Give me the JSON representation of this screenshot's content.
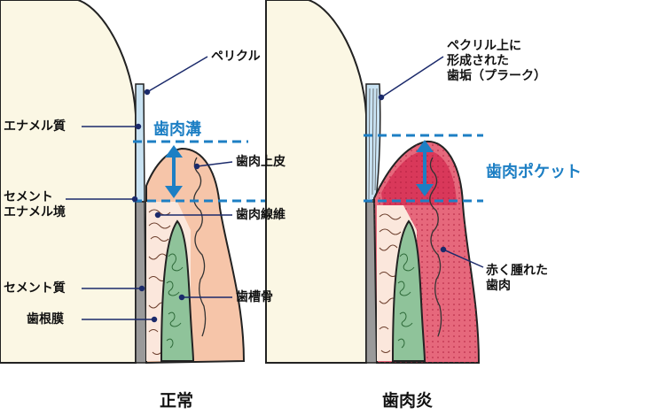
{
  "colors": {
    "tooth": "#fbf7e4",
    "gum_normal": "#f6c5a9",
    "gum_inflamed": "#e6687c",
    "gum_inflamed_top": "#d9385a",
    "bone": "#8fc39a",
    "ligament": "#fbe7dc",
    "cementum": "#9a9a9a",
    "pellicle": "#c8e2f2",
    "accent_blue": "#1d7fc4",
    "leader_line": "#1b2a6b"
  },
  "normal": {
    "caption": "正常",
    "labels": {
      "pellicle": "ペリクル",
      "enamel": "エナメル質",
      "sulcus": "歯肉溝",
      "gum_epithelium": "歯肉上皮",
      "cej": "セメント\nエナメル境",
      "gum_fiber": "歯肉線維",
      "cementum": "セメント質",
      "alveolar_bone": "歯槽骨",
      "pdl": "歯根膜"
    }
  },
  "gingivitis": {
    "caption": "歯肉炎",
    "labels": {
      "plaque": "ペクリル上に\n形成された\n歯垢（プラーク）",
      "pocket": "歯肉ポケット",
      "swollen_gum": "赤く腫れた\n歯肉"
    }
  }
}
